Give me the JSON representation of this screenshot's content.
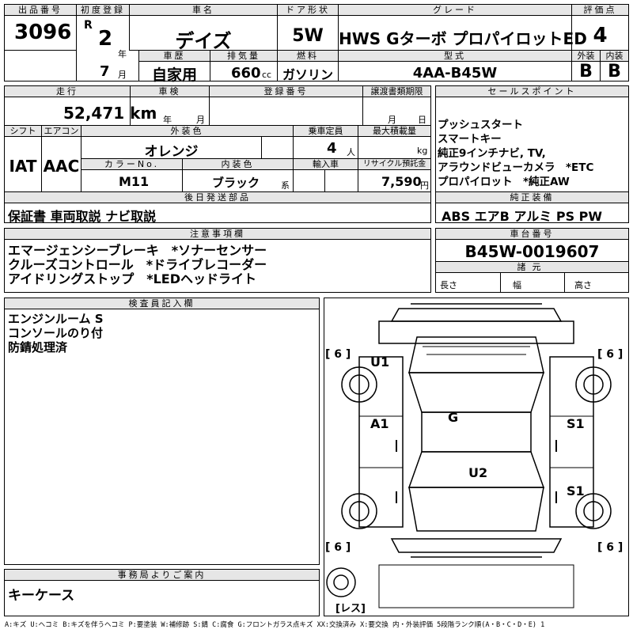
{
  "header": {
    "lot_no_label": "出品番号",
    "lot_no": "3096",
    "first_reg_label": "初度登録",
    "era": "R",
    "year": "2",
    "year_unit": "年",
    "month": "7",
    "month_unit": "月",
    "name_label": "車名",
    "name": "デイズ",
    "door_label": "ドア形状",
    "door": "5W",
    "grade_label": "グレード",
    "grade": "HWS Gターボ プロパイロットED",
    "score_label": "評価点",
    "score": "4",
    "history_label": "車歴",
    "history": "自家用",
    "disp_label": "排気量",
    "disp": "660",
    "disp_unit": "cc",
    "fuel_label": "燃料",
    "fuel": "ガソリン",
    "model_label": "型式",
    "model": "4AA-B45W",
    "ext_label": "外装",
    "ext": "B",
    "int_label": "内装",
    "int": "B"
  },
  "row2": {
    "mileage_label": "走行",
    "mileage": "52,471 km",
    "inspection_label": "車検",
    "insp_year": "年",
    "insp_month": "月",
    "reg_label": "登録番号",
    "transfer_label": "譲渡書類期限",
    "transfer_month": "月",
    "transfer_day": "日",
    "sales_label": "セールスポイント",
    "sales": [
      "プッシュスタート",
      "スマートキー",
      "純正9インチナビ, TV,",
      "アラウンドビューカメラ　*ETC",
      "プロパイロット　*純正AW"
    ],
    "shift_label": "シフト",
    "shift": "IAT",
    "ac_label": "エアコン",
    "ac": "AAC",
    "color_label": "外装色",
    "color": "オレンジ",
    "capacity_label": "乗車定員",
    "capacity": "4",
    "capacity_unit": "人",
    "load_label": "最大積載量",
    "load_unit": "kg",
    "color_no_label": "カラーNo.",
    "color_no": "M11",
    "int_color_label": "内装色",
    "int_color": "ブラック",
    "int_color_unit": "系",
    "import_label": "輸入車",
    "recycle_label": "リサイクル預託金",
    "recycle": "7,590",
    "recycle_unit": "円"
  },
  "later_parts": {
    "label": "後日発送部品",
    "text": "保証書 車両取説 ナビ取説"
  },
  "genuine": {
    "label": "純正装備",
    "text": "ABS エアB アルミ PS PW"
  },
  "notes": {
    "label": "注意事項欄",
    "lines": [
      "エマージェンシーブレーキ　*ソナーセンサー",
      "クルーズコントロール　*ドライブレコーダー",
      "アイドリングストップ　*LEDヘッドライト"
    ]
  },
  "chassis": {
    "label": "車台番号",
    "number": "B45W-0019607",
    "spec_label": "諸元",
    "length": "長さ",
    "width": "幅",
    "height": "高さ"
  },
  "inspector": {
    "label": "検査員記入欄",
    "lines": [
      "エンジンルーム S",
      "コンソールのり付",
      "防錆処理済"
    ]
  },
  "office": {
    "label": "事務局よりご案内",
    "text": "キーケース"
  },
  "diagram": {
    "tire_tl": "[ 6 ]",
    "tire_tr": "[ 6 ]",
    "tire_bl": "[ 6 ]",
    "tire_br": "[ 6 ]",
    "u1": "U1",
    "a1": "A1",
    "g": "G",
    "s1a": "S1",
    "u2": "U2",
    "s1b": "S1",
    "spare": "[レス]"
  },
  "legend": "A:キズ U:ヘコミ B:キズを伴うヘコミ P:要塗装 W:補修跡 S:錆 C:腐食 G:フロントガラス点キズ XX:交換済み X:要交換 内・外装評価 5段階ランク順(A・B・C・D・E) 1"
}
